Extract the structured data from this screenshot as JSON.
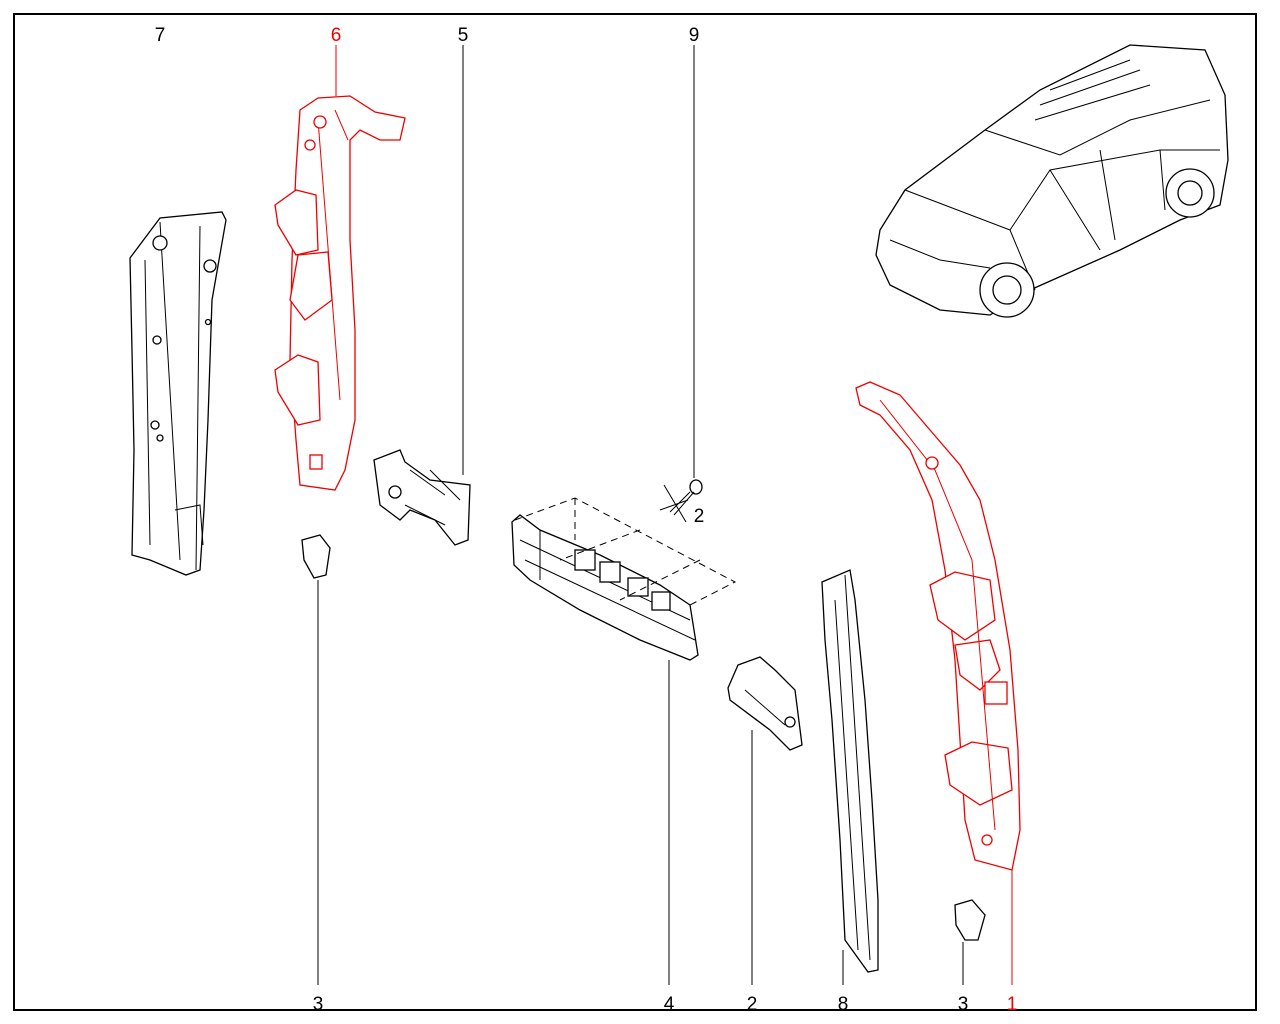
{
  "diagram": {
    "callouts": {
      "top": [
        {
          "number": "7",
          "part": "pillar-inner"
        },
        {
          "number": "6",
          "part": "pillar-reinforcement-left"
        },
        {
          "number": "5",
          "part": "bracket-upper"
        },
        {
          "number": "9",
          "part": "bolt"
        }
      ],
      "bottom": [
        {
          "number": "3",
          "part": "small-bracket-left"
        },
        {
          "number": "4",
          "part": "cross-member"
        },
        {
          "number": "2",
          "part": "gusset"
        },
        {
          "number": "8",
          "part": "pillar-trim"
        },
        {
          "number": "3",
          "part": "small-bracket-right"
        },
        {
          "number": "1",
          "part": "pillar-reinforcement-right"
        }
      ]
    },
    "bolt_sub_label": "2",
    "colors": {
      "highlight": "#e00000",
      "line": "#000000"
    }
  }
}
